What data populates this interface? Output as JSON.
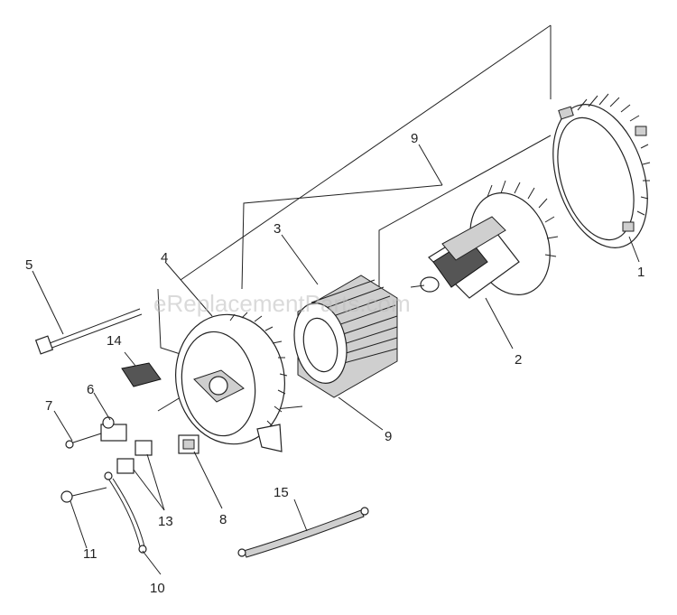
{
  "watermark": "eReplacementParts.com",
  "callouts": {
    "c1": "1",
    "c2": "2",
    "c3": "3",
    "c4": "4",
    "c5": "5",
    "c6": "6",
    "c7": "7",
    "c8": "8",
    "c9a": "9",
    "c9b": "9",
    "c10": "10",
    "c11": "11",
    "c13": "13",
    "c14": "14",
    "c15": "15"
  }
}
